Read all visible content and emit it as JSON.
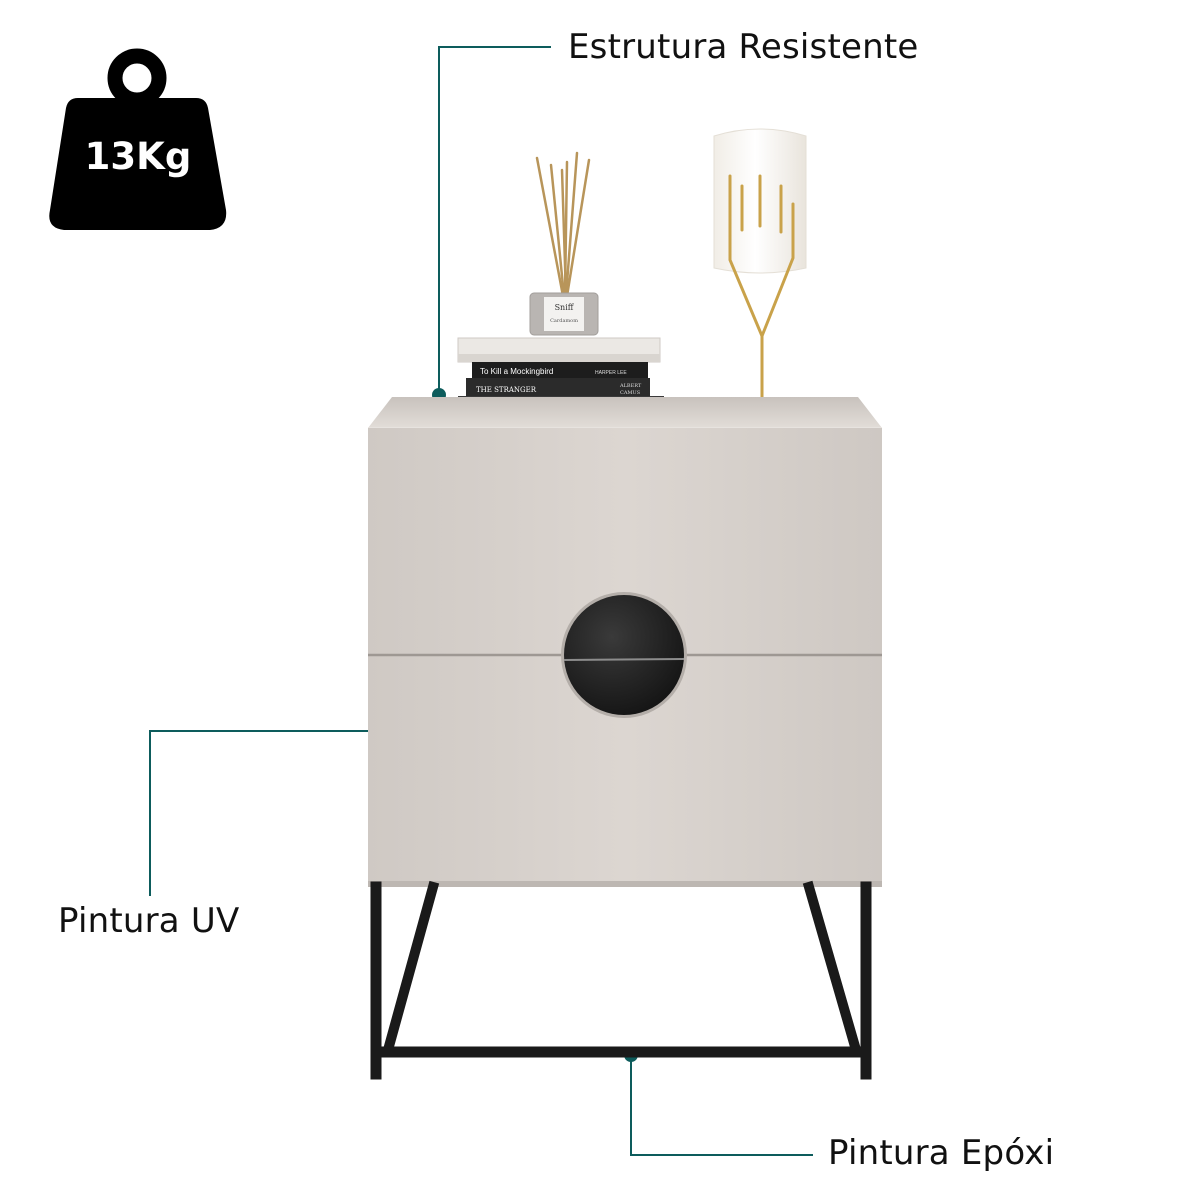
{
  "weight_badge": {
    "text": "13Kg"
  },
  "callouts": {
    "structure": "Estrutura Resistente",
    "uv_paint": "Pintura UV",
    "epoxy_paint": "Pintura Epóxi"
  },
  "books": {
    "book1_title": "To Kill a Mockingbird",
    "book1_author": "HARPER LEE",
    "book2_title": "THE STRANGER",
    "book2_author_line1": "ALBERT",
    "book2_author_line2": "CAMUS"
  },
  "diffuser": {
    "brand": "Sniff",
    "label": "Cardamom"
  },
  "colors": {
    "callout_line": "#0d5c5c",
    "cabinet": "#d8d2cd",
    "frame": "#1a1a1a",
    "lamp_brass": "#c9a24a"
  }
}
